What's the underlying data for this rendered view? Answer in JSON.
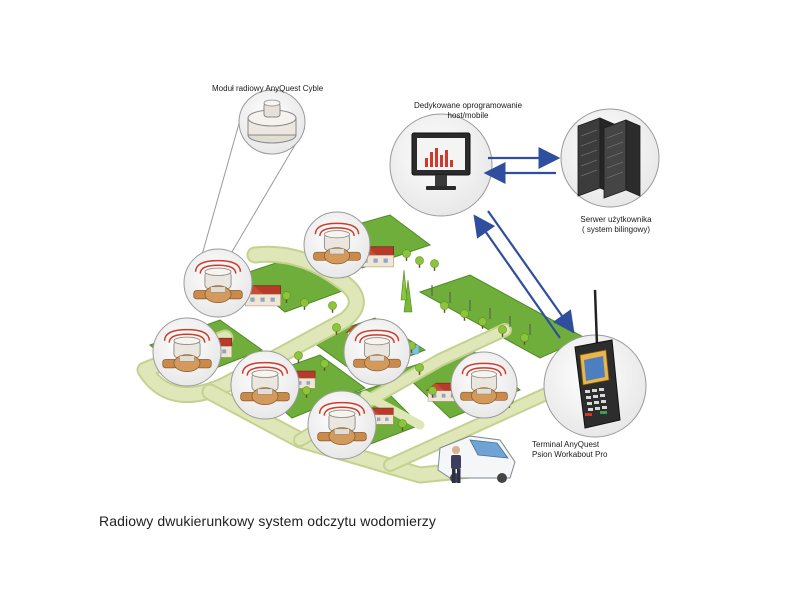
{
  "labels": {
    "radio_module": "Moduł radiowy AnyQuest Cyble",
    "software_line1": "Dedykowane oprogramowanie",
    "software_line2": "host/mobile",
    "server_line1": "Serwer użytkownika",
    "server_line2": "( system bilingowy)",
    "terminal_line1": "Terminal AnyQuest",
    "terminal_line2": "Psion Workabout Pro"
  },
  "caption": "Radiowy dwukierunkowy system odczytu wodomierzy",
  "colors": {
    "grass": "#6fae3a",
    "grass_dark": "#4f8a26",
    "road": "#dfe7b8",
    "road_edge": "#c4d290",
    "roof": "#b83a2a",
    "wall": "#f1e6d3",
    "arrow": "#2f4f9e",
    "bubble_fill": "#f6f6f6",
    "bubble_stroke": "#9a9a9a",
    "meter_body": "#e9e5dc",
    "meter_brass": "#c98a4b",
    "signal": "#d03a2a"
  }
}
